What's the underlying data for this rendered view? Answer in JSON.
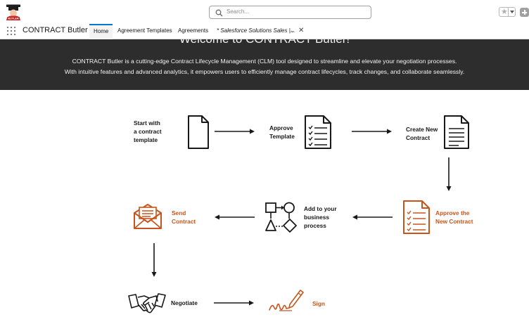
{
  "header": {
    "search_placeholder": "Search...",
    "favorite_icon": "star-icon",
    "add_icon": "plus-icon",
    "logo_text": "BUTLER"
  },
  "nav": {
    "app_name": "CONTRACT Butler",
    "tabs": [
      {
        "label": "Home",
        "active": true
      },
      {
        "label": "Agreement Templates",
        "active": false
      },
      {
        "label": "Agreements",
        "active": false
      },
      {
        "label": "* Salesforce Solutions Sales |...",
        "active": false
      }
    ],
    "close_glyph": "✕",
    "tab_menu_glyph": "⌄"
  },
  "banner": {
    "title": "Welcome to CONTRACT Butler!",
    "line1": "CONTRACT Butler is a cutting-edge Contract Lifecycle Management (CLM) tool designed to streamline and elevate your negotiation processes.",
    "line2": "With intuitive features and advanced analytics, it empowers users to efficiently manage contract lifecycles, track changes, and collaborate seamlessly."
  },
  "workflow": {
    "steps": [
      {
        "label_lines": [
          "Start with",
          "a contract",
          "template"
        ],
        "icon": "blank-document-icon"
      },
      {
        "label_lines": [
          "Approve",
          "Template"
        ],
        "icon": "checklist-document-icon"
      },
      {
        "label_lines": [
          "Create New",
          "Contract"
        ],
        "icon": "text-document-icon"
      },
      {
        "label_lines": [
          "Approve the",
          "New Contract"
        ],
        "icon": "checklist-document-icon"
      },
      {
        "label_lines": [
          "Add to your",
          "business",
          "process"
        ],
        "icon": "process-flow-icon"
      },
      {
        "label_lines": [
          "Send",
          "Contract"
        ],
        "icon": "envelope-icon"
      },
      {
        "label_lines": [
          "Negotiate"
        ],
        "icon": "handshake-icon"
      },
      {
        "label_lines": [
          "Sign"
        ],
        "icon": "signature-pen-icon"
      }
    ],
    "colors": {
      "accent": "#c8541c",
      "dark": "#181818"
    }
  },
  "colors": {
    "brand_blue": "#0176d3",
    "banner_bg": "#2d2d2d"
  }
}
